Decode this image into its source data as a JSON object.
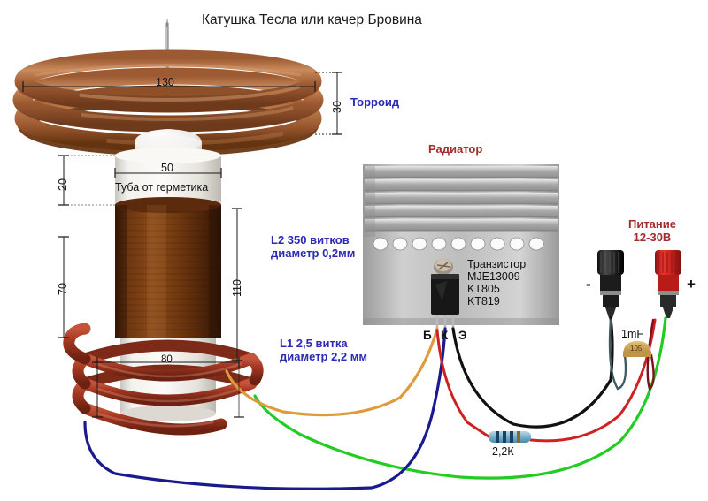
{
  "diagram": {
    "title": "Катушка Тесла или качер Бровина",
    "background_color": "#ffffff"
  },
  "labels": {
    "toroid": "Торроид",
    "toroid_diameter": "130",
    "toroid_height": "30",
    "tube_width": "50",
    "tube_height": "20",
    "tube_name": "Туба от герметика",
    "coil_height": "70",
    "total_height": "110",
    "base_width": "80",
    "l2_line1": "L2 350 витков",
    "l2_line2": "диаметр 0,2мм",
    "l1_line1": "L1 2,5 витка",
    "l1_line2": "диаметр 2,2 мм",
    "heatsink": "Радиатор",
    "transistor_line1": "Транзистор",
    "transistor_line2": "MJE13009",
    "transistor_line3": "KT805",
    "transistor_line4": "KT819",
    "pin_base": "Б",
    "pin_collector": "К",
    "pin_emitter": "Э",
    "power_line1": "Питание",
    "power_line2": "12-30В",
    "terminal_minus": "-",
    "terminal_plus": "+",
    "capacitor": "1mF",
    "capacitor_code": "105",
    "resistor": "2,2К"
  },
  "colors": {
    "blue_label": "#2b2bb5",
    "red_label": "#a32b2b",
    "copper": "#8a4a28",
    "copper_light": "#b9784a",
    "wire_red": "#cc2222",
    "wire_blue": "#1a1a8c",
    "wire_green": "#22cc22",
    "wire_orange": "#e09a3c",
    "wire_black": "#111111",
    "wire_darkred": "#7a1020",
    "wire_teal": "#3d5a63",
    "heatsink": "#b5b5b5",
    "terminal_red": "#d4201e",
    "terminal_black": "#1d1d1d",
    "silicone_red": "#a83a24",
    "tube_white": "#f0eeea",
    "winding": "#6b3410"
  },
  "wires": [
    {
      "name": "l1-to-base",
      "color": "#e09a3c",
      "from": "L1 coil",
      "to": "Б (base)"
    },
    {
      "name": "l1-to-ground",
      "color": "#1a1a8c",
      "from": "L1 coil",
      "to": "К (collector)"
    },
    {
      "name": "l1-to-supply",
      "color": "#22cc22",
      "from": "L1 coil",
      "to": "+ terminal"
    },
    {
      "name": "base-resistor",
      "color": "#cc2222",
      "from": "Б (base)",
      "to": "+ terminal via 2,2К"
    },
    {
      "name": "emitter-to-minus",
      "color": "#111111",
      "from": "Э (emitter)",
      "to": "- terminal"
    },
    {
      "name": "minus-cap",
      "color": "#3d5a63",
      "from": "- terminal",
      "to": "capacitor"
    },
    {
      "name": "plus-cap",
      "color": "#7a1020",
      "from": "+ terminal",
      "to": "capacitor"
    }
  ]
}
